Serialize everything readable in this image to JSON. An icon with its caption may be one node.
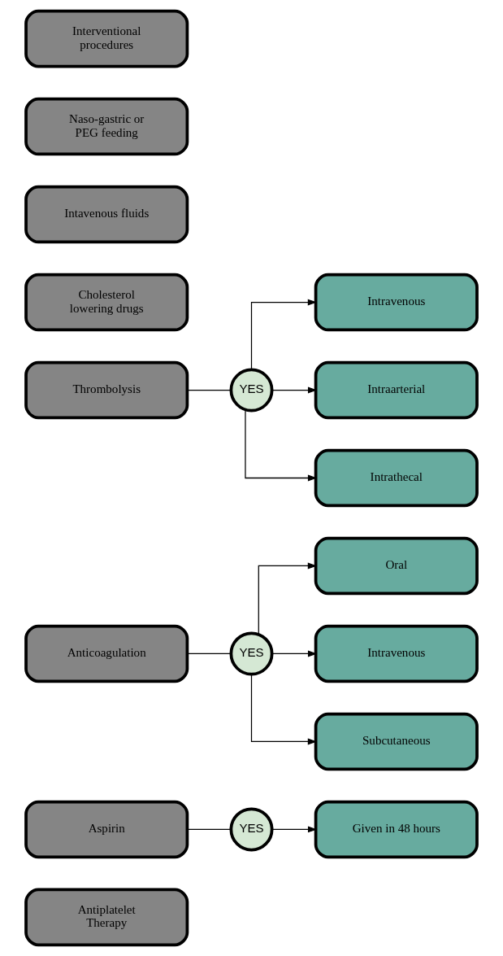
{
  "diagram": {
    "nodes": [
      {
        "text": [
          "Antiplatelet Therapy"
        ]
      },
      {
        "text": [
          "Given in 48 hours"
        ]
      },
      {
        "text": [
          "Aspirin"
        ]
      },
      {
        "text": [
          "YES"
        ]
      },
      {
        "text": [
          "Oral"
        ]
      },
      {
        "text": [
          "Anticoagulation"
        ]
      },
      {
        "text": [
          "YES"
        ]
      },
      {
        "text": [
          "Intravenous"
        ]
      },
      {
        "text": [
          "Subcutaneous"
        ]
      },
      {
        "text": [
          "Thrombolysis"
        ]
      },
      {
        "text": [
          "YES"
        ]
      },
      {
        "text": [
          "Intravenous"
        ]
      },
      {
        "text": [
          "Cholesterol lowering drugs"
        ]
      },
      {
        "text": [
          "Intraarterial"
        ]
      },
      {
        "text": [
          "Intrathecal"
        ]
      },
      {
        "text": [
          "Intavenous fluids"
        ]
      },
      {
        "text": [
          "Naso-gastric or PEG feeding"
        ]
      },
      {
        "text": [
          "Interventional procedures"
        ]
      }
    ],
    "edges": [
      {
        "from": 2,
        "to": 3,
        "arrow": "none"
      },
      {
        "from": 3,
        "to": 1,
        "arrow": "to"
      },
      {
        "from": 5,
        "to": 6,
        "arrow": "none"
      },
      {
        "from": 6,
        "to": 4,
        "arrow": "to"
      },
      {
        "from": 6,
        "to": 7,
        "arrow": "to"
      },
      {
        "from": 6,
        "to": 8,
        "arrow": "to"
      },
      {
        "from": 9,
        "to": 10,
        "arrow": "none"
      },
      {
        "from": 10,
        "to": 11,
        "arrow": "to"
      },
      {
        "from": 10,
        "to": 13,
        "arrow": "to"
      },
      {
        "from": 10,
        "to": 14,
        "arrow": "to"
      }
    ]
  }
}
